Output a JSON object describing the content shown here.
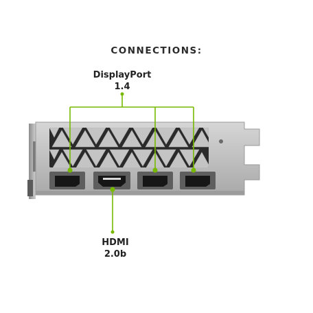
{
  "heading": "CONNECTIONS:",
  "labels": {
    "displayport": {
      "line1": "DisplayPort",
      "line2": "1.4"
    },
    "hdmi": {
      "line1": "HDMI",
      "line2": "2.0b"
    }
  },
  "colors": {
    "accent_green": "#76b900",
    "bracket_metal": "#b9b9b9",
    "bracket_dark": "#5a5a5a",
    "port_black": "#1a1a1a",
    "text": "#222222"
  },
  "icons": [
    "displayport-port-icon",
    "hdmi-port-icon",
    "vent-grille-icon"
  ]
}
